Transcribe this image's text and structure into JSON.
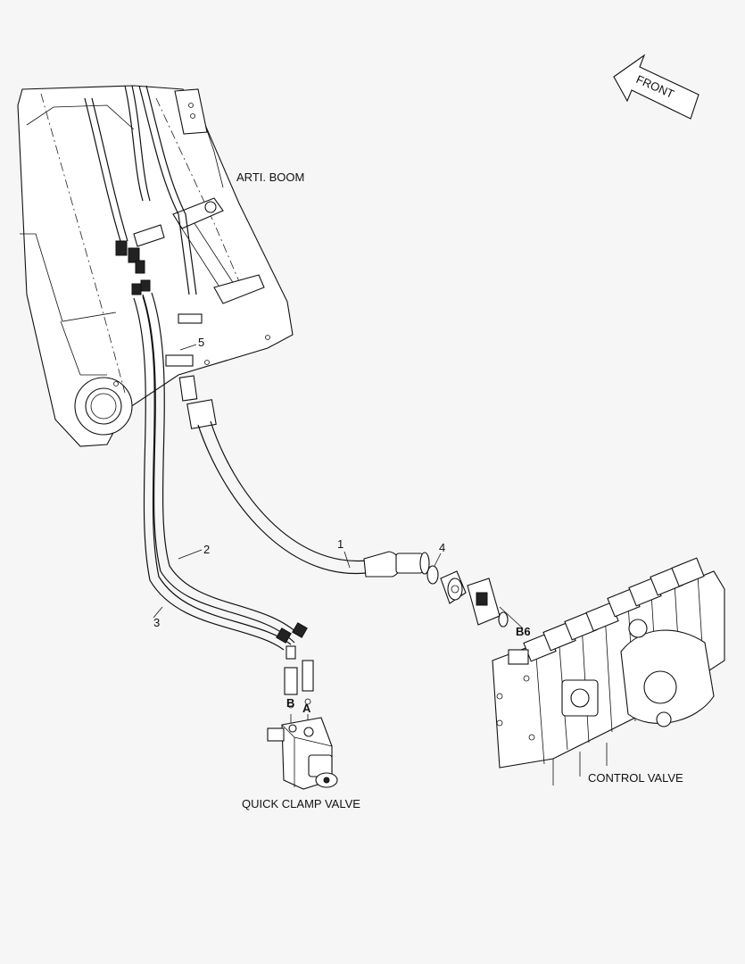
{
  "labels": {
    "front": "FRONT",
    "arti_boom": "ARTI. BOOM",
    "control_valve": "CONTROL VALVE",
    "quick_clamp_valve": "QUICK CLAMP VALVE"
  },
  "callouts": {
    "c1": "1",
    "c2": "2",
    "c3": "3",
    "c4": "4",
    "c5": "5"
  },
  "ports": {
    "a": "A",
    "b": "B",
    "b6": "B6"
  },
  "icons": {
    "front_arrow": "front-direction-arrow"
  }
}
